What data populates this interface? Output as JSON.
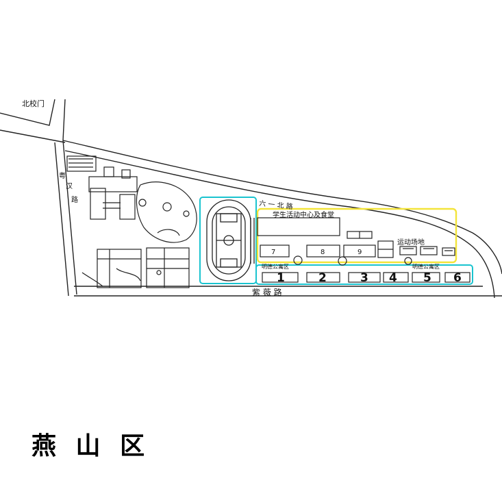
{
  "map": {
    "north_gate": "北校门",
    "road_north": "六 一 北 路",
    "road_south": "紫 薇 路",
    "road_west_chars": [
      "粤",
      "汉",
      "路"
    ],
    "student_center": "学生活动中心及食堂",
    "sports_field": "运动场地",
    "building_labels_top": [
      "7",
      "8",
      "9"
    ],
    "dorm_numbers": [
      "1",
      "2",
      "3",
      "4",
      "5",
      "6"
    ],
    "dorm_caption_left": "明德公寓区",
    "dorm_caption_right": "明德公寓区",
    "colors": {
      "campus_outline": "#19c3cf",
      "yellow_zone": "#f3e43a",
      "lines": "#222222"
    }
  },
  "region_title": "燕 山 区"
}
